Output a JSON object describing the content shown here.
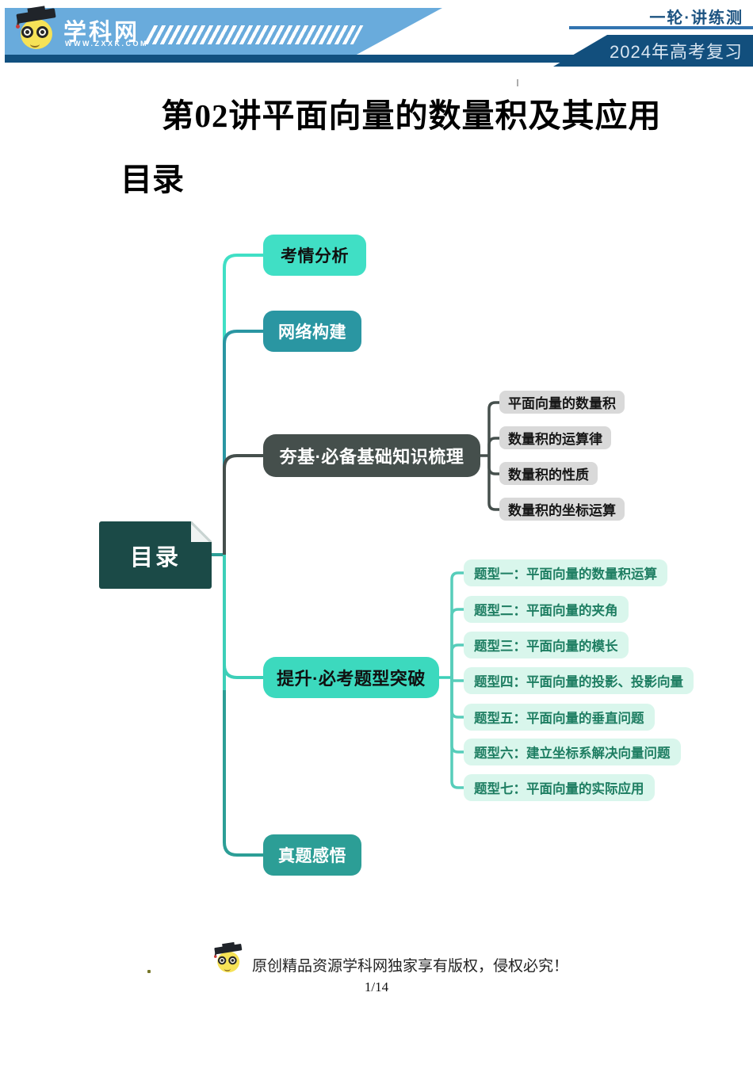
{
  "header": {
    "brand_name": "学科网",
    "brand_url": "WWW.ZXXK.COM",
    "series_label": "一轮·讲练测",
    "banner_label": "2024年高考复习",
    "colors": {
      "band_blue": "#69ABDC",
      "navy": "#124F7D",
      "underline_blue": "#3274B0"
    }
  },
  "document": {
    "title": "第02讲平面向量的数量积及其应用",
    "toc_heading": "目录"
  },
  "mindmap": {
    "root_label": "目录",
    "branches": [
      {
        "label": "考情分析",
        "children": []
      },
      {
        "label": "网络构建",
        "children": []
      },
      {
        "label": "夯基·必备基础知识梳理",
        "children": [
          "平面向量的数量积",
          "数量积的运算律",
          "数量积的性质",
          "数量积的坐标运算"
        ]
      },
      {
        "label": "提升·必考题型突破",
        "children": [
          "题型一：平面向量的数量积运算",
          "题型二：平面向量的夹角",
          "题型三：平面向量的模长",
          "题型四：平面向量的投影、投影向量",
          "题型五：平面向量的垂直问题",
          "题型六：建立坐标系解决向量问题",
          "题型七：平面向量的实际应用"
        ]
      },
      {
        "label": "真题感悟",
        "children": []
      }
    ],
    "colors": {
      "root_bg": "#1B4A47",
      "branch_kaoqing": "#40DFC5",
      "branch_wangluo": "#2A96A2",
      "branch_hangji": "#454F4C",
      "branch_tisheng": "#3CD9BE",
      "branch_zhenti": "#2C9E96",
      "sub_gray_bg": "#D9D9D9",
      "sub_mint_bg": "#D9F6EC",
      "sub_mint_text": "#1E7E62"
    }
  },
  "footer": {
    "copyright_text": "原创精品资源学科网独家享有版权，侵权必究！",
    "page_indicator": "1/14"
  }
}
